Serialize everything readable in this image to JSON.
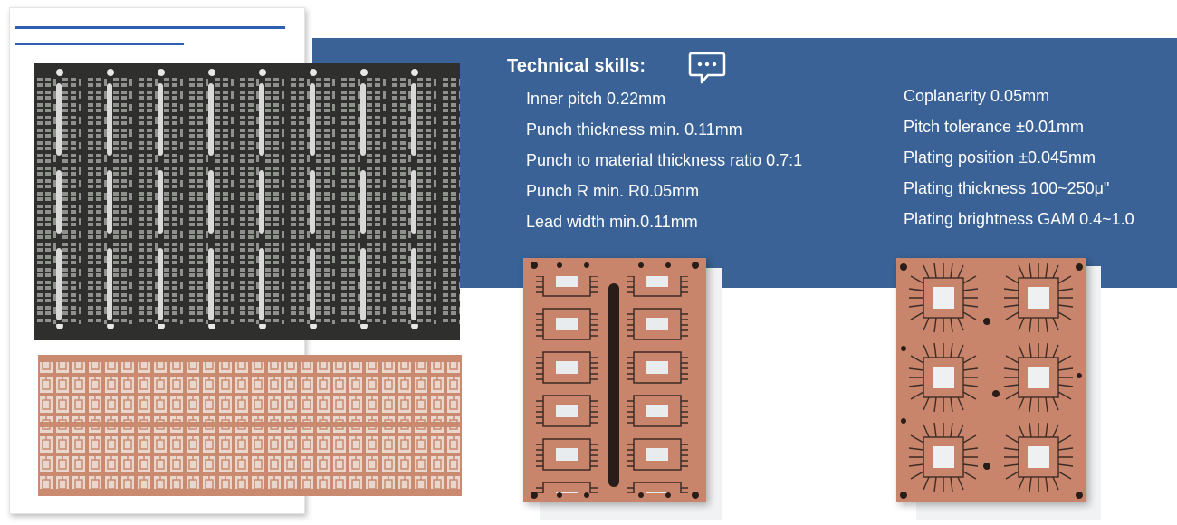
{
  "section_title": "Technical skills:",
  "specs_left": [
    "Inner pitch 0.22mm",
    "Punch thickness min. 0.11mm",
    "Punch to material thickness ratio 0.7:1",
    "Punch R min. R0.05mm",
    "Lead width min.0.11mm"
  ],
  "specs_right": [
    "Coplanarity 0.05mm",
    "Pitch  tolerance ±0.01mm",
    "Plating position ±0.045mm",
    "Plating thickness 100~250μ\"",
    "Plating  brightness GAM 0.4~1.0"
  ],
  "icons": {
    "chat": "chat-bubble-icon"
  },
  "colors": {
    "banner": "#3a6296",
    "accent_line": "#2f5fb2",
    "copper": "#c98a6f",
    "frame_dark": "#2f302d"
  }
}
